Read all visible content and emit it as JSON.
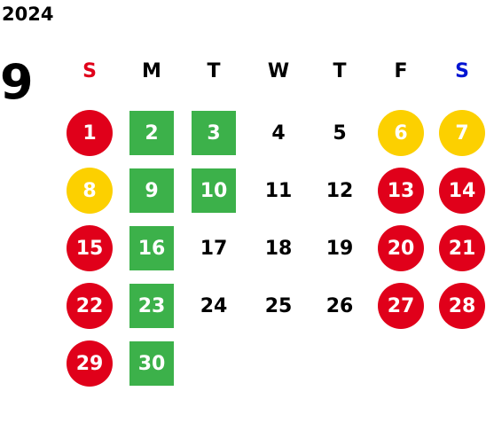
{
  "year": "2024",
  "month": "9",
  "colors": {
    "sunday": "#e0001a",
    "saturday": "#0014d2",
    "red": "#e0001a",
    "yellow": "#fcd000",
    "green": "#3cb14a",
    "yellow_text": "#ffffff"
  },
  "weekdays": [
    {
      "label": "S",
      "color": "#e0001a"
    },
    {
      "label": "M",
      "color": "#000000"
    },
    {
      "label": "T",
      "color": "#000000"
    },
    {
      "label": "W",
      "color": "#000000"
    },
    {
      "label": "T",
      "color": "#000000"
    },
    {
      "label": "F",
      "color": "#000000"
    },
    {
      "label": "S",
      "color": "#0014d2"
    }
  ],
  "weeks": [
    [
      {
        "d": "1",
        "style": "red"
      },
      {
        "d": "2",
        "style": "green"
      },
      {
        "d": "3",
        "style": "green"
      },
      {
        "d": "4",
        "style": "plain"
      },
      {
        "d": "5",
        "style": "plain"
      },
      {
        "d": "6",
        "style": "yellow"
      },
      {
        "d": "7",
        "style": "yellow"
      }
    ],
    [
      {
        "d": "8",
        "style": "yellow"
      },
      {
        "d": "9",
        "style": "green"
      },
      {
        "d": "10",
        "style": "green"
      },
      {
        "d": "11",
        "style": "plain"
      },
      {
        "d": "12",
        "style": "plain"
      },
      {
        "d": "13",
        "style": "red"
      },
      {
        "d": "14",
        "style": "red"
      }
    ],
    [
      {
        "d": "15",
        "style": "red"
      },
      {
        "d": "16",
        "style": "green"
      },
      {
        "d": "17",
        "style": "plain"
      },
      {
        "d": "18",
        "style": "plain"
      },
      {
        "d": "19",
        "style": "plain"
      },
      {
        "d": "20",
        "style": "red"
      },
      {
        "d": "21",
        "style": "red"
      }
    ],
    [
      {
        "d": "22",
        "style": "red"
      },
      {
        "d": "23",
        "style": "green"
      },
      {
        "d": "24",
        "style": "plain"
      },
      {
        "d": "25",
        "style": "plain"
      },
      {
        "d": "26",
        "style": "plain"
      },
      {
        "d": "27",
        "style": "red"
      },
      {
        "d": "28",
        "style": "red"
      }
    ],
    [
      {
        "d": "29",
        "style": "red"
      },
      {
        "d": "30",
        "style": "green"
      }
    ]
  ]
}
